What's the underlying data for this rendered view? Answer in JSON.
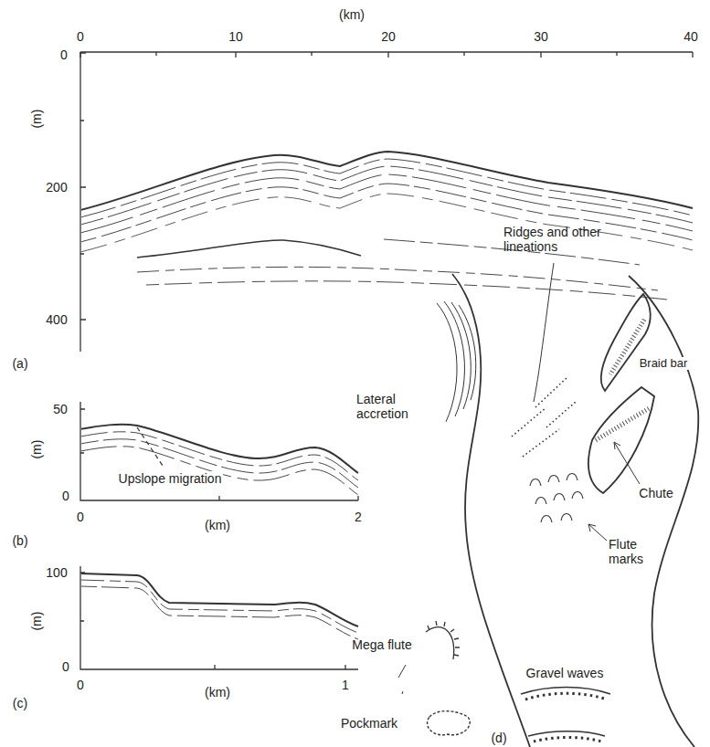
{
  "diagram": {
    "labels": [
      "(km)",
      "0",
      "10",
      "20",
      "30",
      "40",
      "0",
      "200",
      "400",
      "(m)",
      "(a)",
      "50",
      "0",
      "(m)",
      "Upslope migration",
      "0",
      "(km)",
      "2",
      "(b)",
      "100",
      "0",
      "(m)",
      "0",
      "(km)",
      "1",
      "(c)",
      "Ridges and other lineations",
      "Lateral accretion",
      "Braid bar",
      "Chute",
      "Flute marks",
      "Mega flute",
      "Gravel waves",
      "Pockmark",
      "(d)"
    ]
  }
}
